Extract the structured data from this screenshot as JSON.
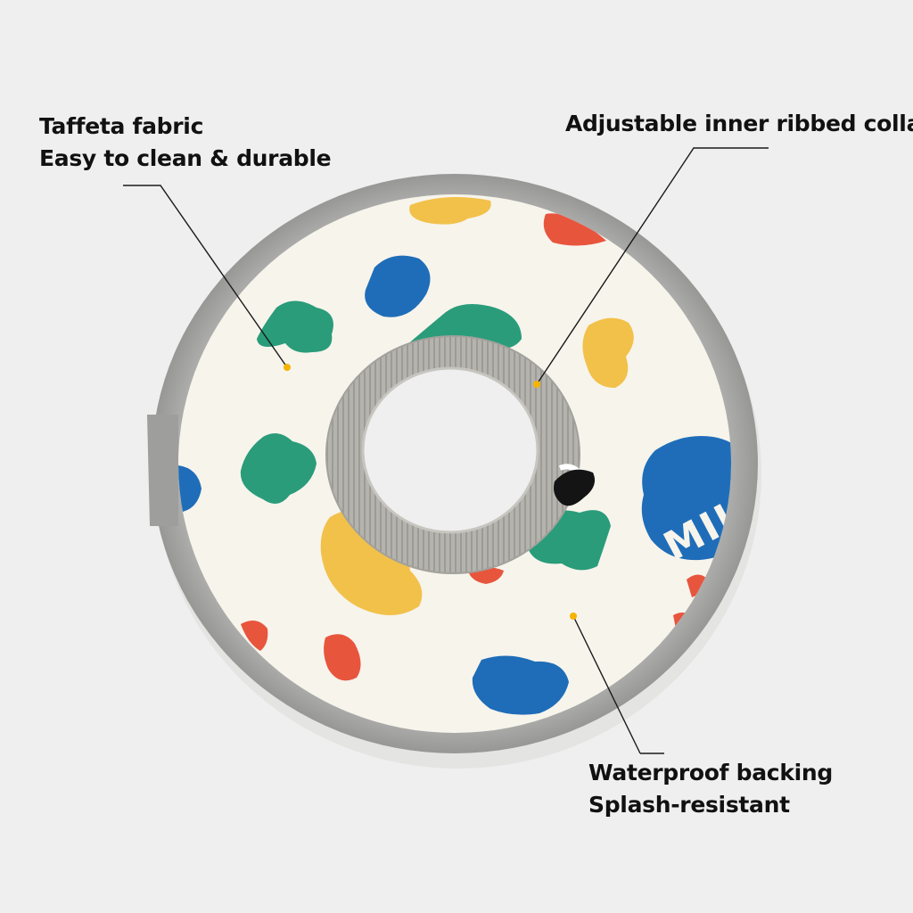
{
  "colors": {
    "background": "#efefef",
    "rim": "#a8a8a6",
    "fabric": "#f7f4ec",
    "collar": "#b3b1ac",
    "accent_dot": "#f5b400",
    "spot_blue": "#1f6db8",
    "spot_green": "#2a9c7a",
    "spot_yellow": "#f2c14a",
    "spot_red": "#e8553d"
  },
  "callouts": {
    "fabric": {
      "line1": "Taffeta fabric",
      "line2": "Easy to clean & durable"
    },
    "collar": {
      "line1": "Adjustable inner ribbed collar"
    },
    "backing": {
      "line1": "Waterproof backing",
      "line2": "Splash-resistant"
    }
  },
  "product": {
    "print_text": "MILK"
  }
}
